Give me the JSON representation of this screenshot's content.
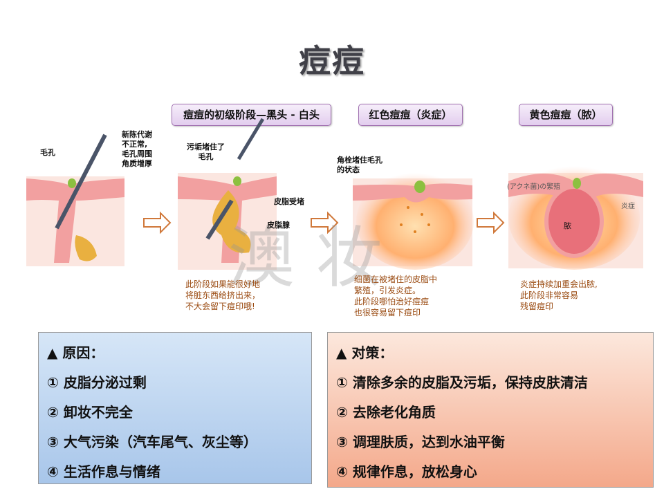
{
  "title": "痘痘",
  "stage_labels": [
    "痘痘的初级阶段—黑头 - 白头",
    "红色痘痘（炎症）",
    "黄色痘痘（脓）"
  ],
  "annotations": {
    "p1_pore": "毛孔",
    "p1_metabolism": "新陈代谢\n不正常,\n毛孔周围\n角质增厚",
    "p2_dirt": "污垢堵住了\n毛孔",
    "p2_sebum_blocked": "皮脂受堵",
    "p2_gland": "皮脂腺",
    "p3_plug": "角栓堵住毛孔\n的状态",
    "p4_bacteria": "(アクネ菌)の繁殖",
    "p4_inflammation": "炎症",
    "p4_pus": "脓"
  },
  "notes": [
    "此阶段如果能很好地\n将脏东西给挤出来，\n不大会留下痘印哦!",
    "细菌在被堵住的皮脂中\n繁殖，引发炎症。\n此阶段哪怕治好痘痘\n也很容易留下痘印",
    "炎症持续加重会出脓,\n此阶段非常容易\n残留痘印"
  ],
  "watermark": "澳 妆",
  "causes": {
    "heading": "▲ 原因：",
    "items": [
      "① 皮脂分泌过剩",
      "② 卸妆不完全",
      "③ 大气污染（汽车尾气、灰尘等）",
      "④ 生活作息与情绪"
    ]
  },
  "remedies": {
    "heading": "▲ 对策：",
    "items": [
      "① 清除多余的皮脂及污垢，保持皮肤清洁",
      "② 去除老化角质",
      "③ 调理肤质，达到水油平衡",
      "④ 规律作息，放松身心"
    ]
  },
  "colors": {
    "skin": "#f2a0a0",
    "dermis": "#fbe6e0",
    "sebum": "#e9b040",
    "plug": "#8cc040",
    "hair": "#4a5468"
  }
}
